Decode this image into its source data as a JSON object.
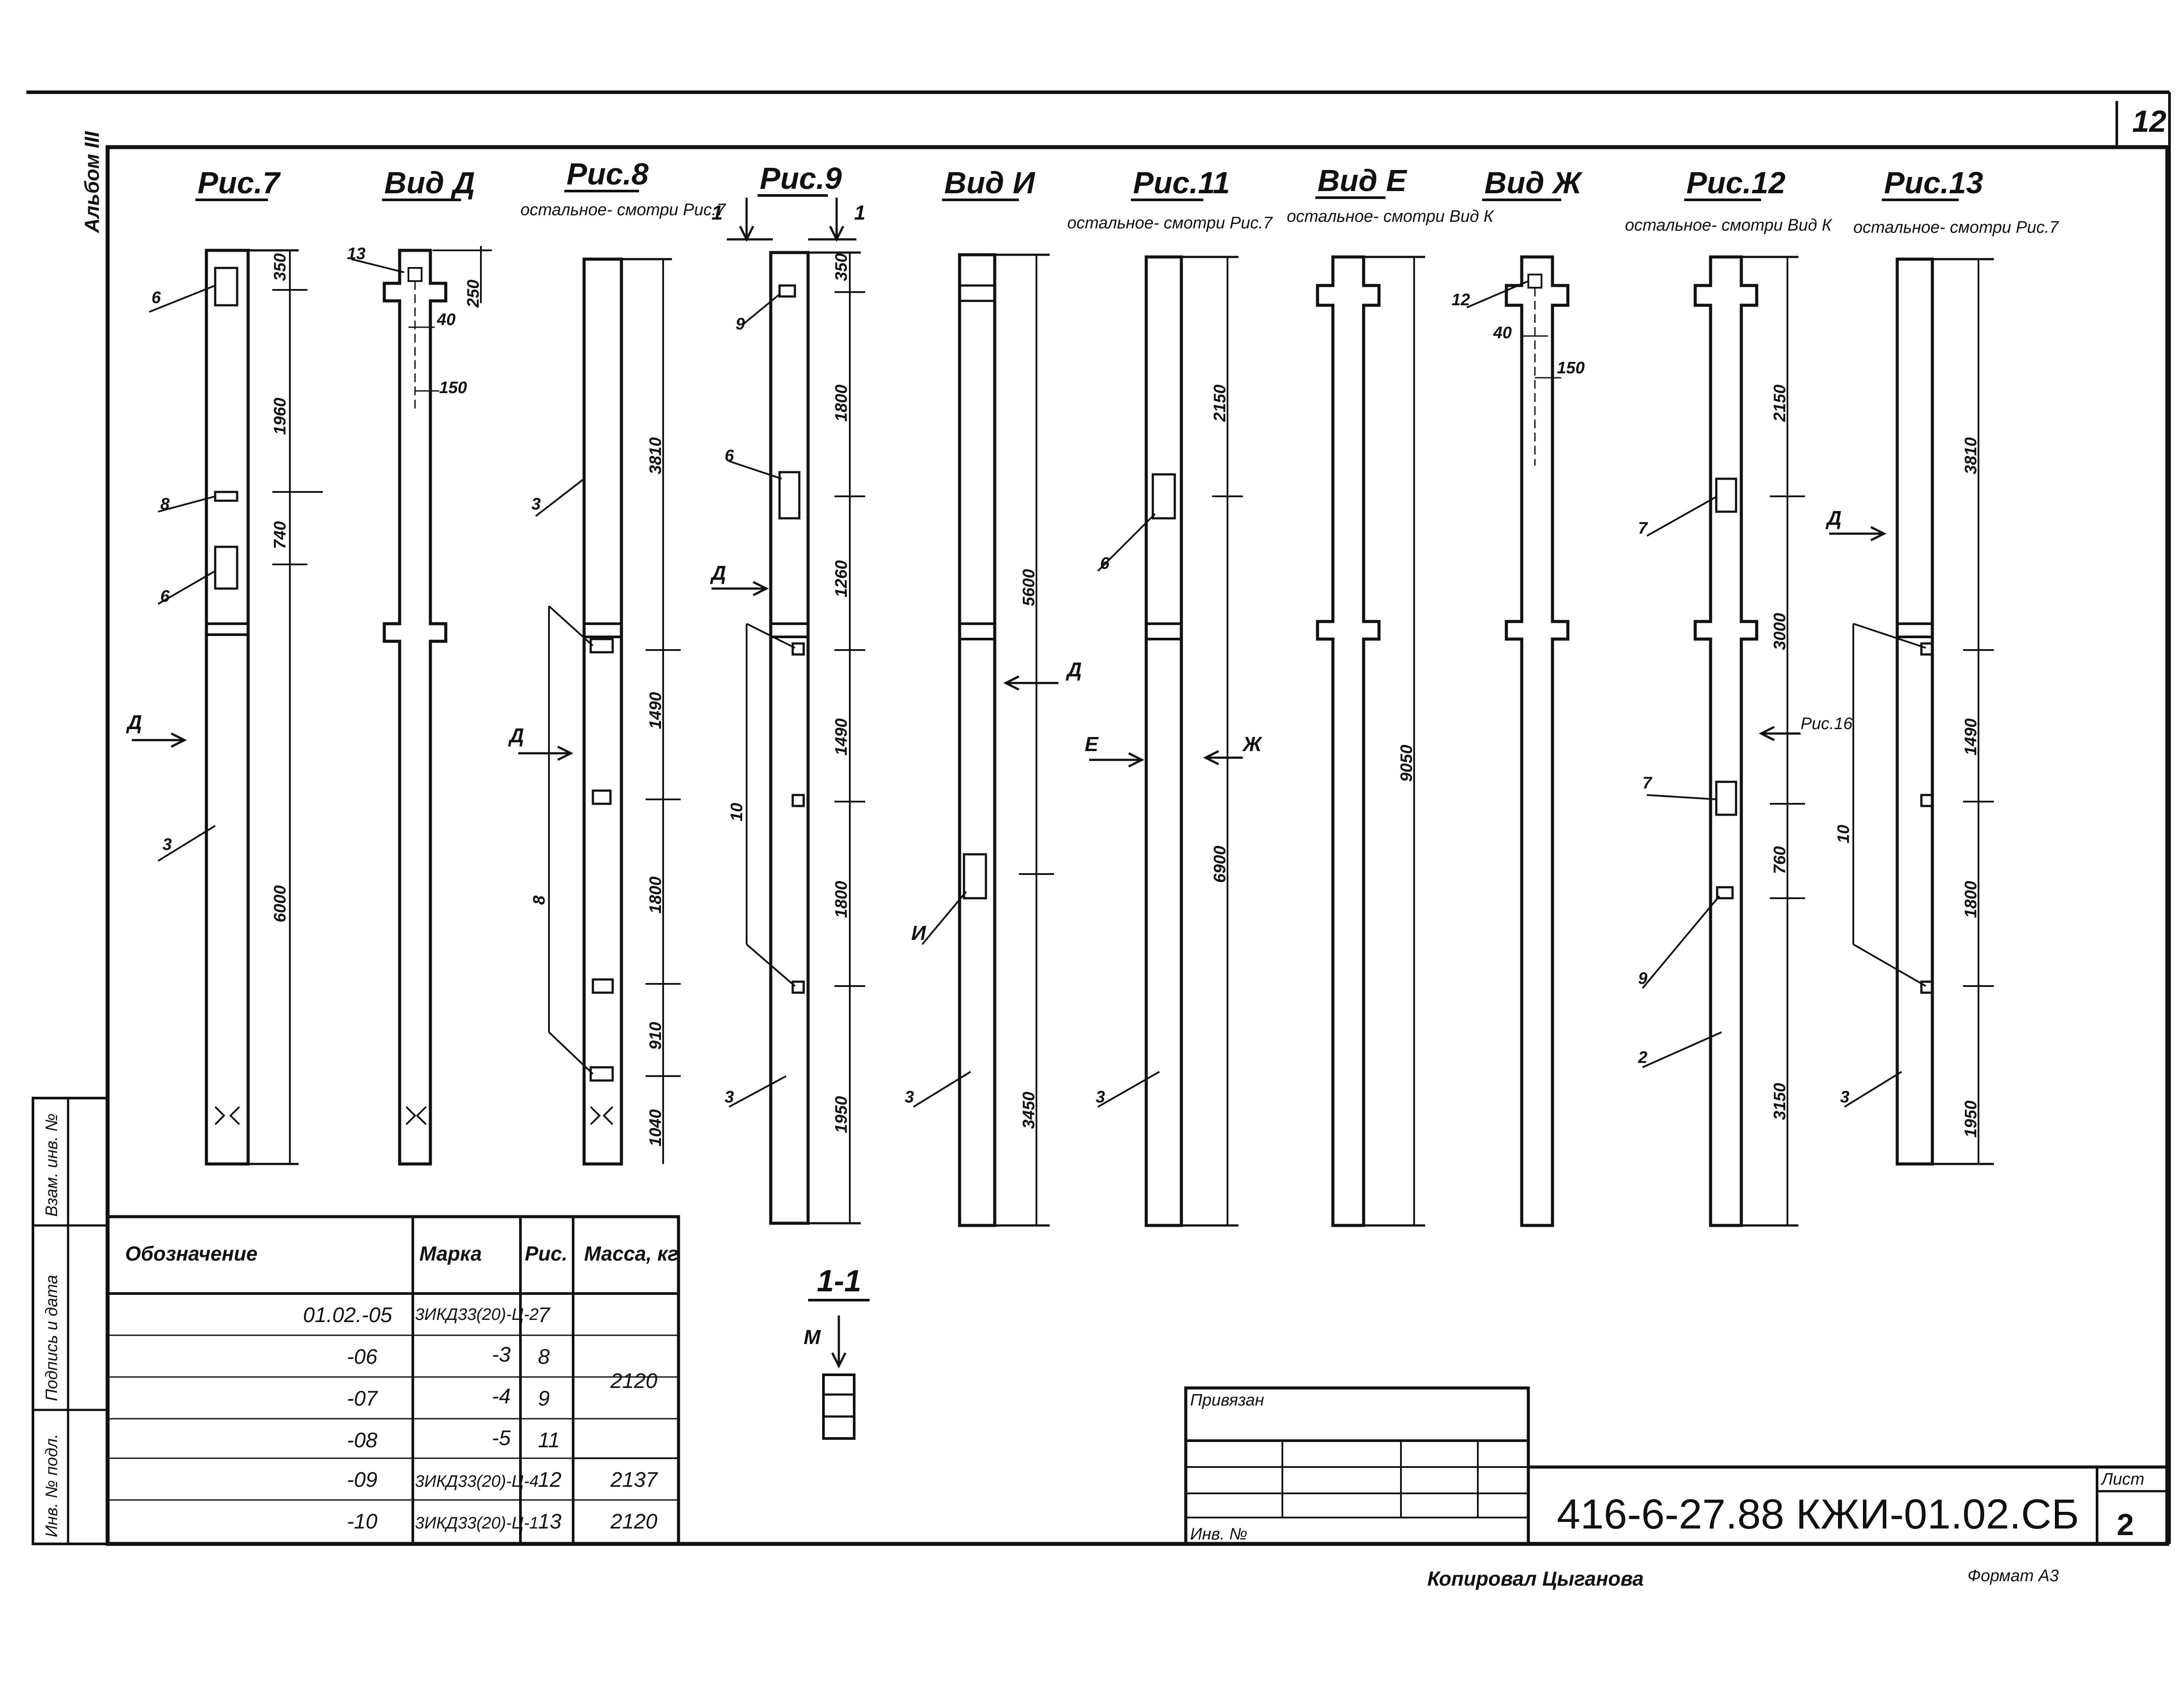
{
  "sheet": {
    "page_number": "12",
    "album": "Альбом III",
    "document_code": "416-6-27.88 КЖИ-01.02.СБ",
    "sheet_label": "Лист",
    "sheet_number": "2",
    "copied_by": "Копировал Цыганова",
    "format": "Формат А3",
    "stamp_privyazan": "Привязан",
    "stamp_inv": "Инв. №",
    "side_stamp": [
      "Инв. № подл.",
      "Подпись и дата",
      "Взам. инв. №"
    ]
  },
  "figures": [
    {
      "title": "Рис.7",
      "note": ""
    },
    {
      "title": "Вид Д",
      "note": ""
    },
    {
      "title": "Рис.8",
      "note": "остальное- смотри Рис.7"
    },
    {
      "title": "Рис.9",
      "note": ""
    },
    {
      "title": "Вид И",
      "note": ""
    },
    {
      "title": "Рис.11",
      "note": "остальное- смотри Рис.7"
    },
    {
      "title": "Вид Е",
      "note": "остальное- смотри Вид К"
    },
    {
      "title": "Вид Ж",
      "note": ""
    },
    {
      "title": "Рис.12",
      "note": "остальное- смотри Вид К"
    },
    {
      "title": "Рис.13",
      "note": "остальное- смотри Рис.7"
    }
  ],
  "dimensions": {
    "fig7": [
      "350",
      "1960",
      "740",
      "6000"
    ],
    "vidD": [
      "13",
      "40",
      "250",
      "150"
    ],
    "fig8": [
      "3810",
      "1490",
      "1800",
      "910",
      "1040"
    ],
    "fig9": [
      "350",
      "1800",
      "1260",
      "1490",
      "1800",
      "1950"
    ],
    "vidI": [
      "5600",
      "3450"
    ],
    "fig11": [
      "2150",
      "6900"
    ],
    "vidE": [
      "9050"
    ],
    "vidZh": [
      "12",
      "40",
      "150"
    ],
    "fig12": [
      "2150",
      "3000",
      "760",
      "3150"
    ],
    "fig13": [
      "3810",
      "1490",
      "1800",
      "1950"
    ]
  },
  "callouts": [
    "6",
    "8",
    "6",
    "3",
    "Д",
    "13",
    "3",
    "Д",
    "8",
    "9",
    "6",
    "Д",
    "10",
    "3",
    "1",
    "1",
    "И",
    "3",
    "Д",
    "6",
    "Е",
    "Ж",
    "3",
    "12",
    "7",
    "7",
    "9",
    "2",
    "Рис.16",
    "Д",
    "10",
    "3"
  ],
  "section": {
    "label": "1-1",
    "view": "М"
  },
  "table": {
    "headers": [
      "Обозначение",
      "Марка",
      "Рис.",
      "Масса, кг"
    ],
    "rows": [
      {
        "designation": "01.02.-05",
        "mark": "3ИКД33(20)-Ц-2",
        "fig": "7",
        "mass": ""
      },
      {
        "designation": "-06",
        "mark": "-3",
        "fig": "8",
        "mass": "2120"
      },
      {
        "designation": "-07",
        "mark": "-4",
        "fig": "9",
        "mass": ""
      },
      {
        "designation": "-08",
        "mark": "-5",
        "fig": "11",
        "mass": ""
      },
      {
        "designation": "-09",
        "mark": "3ИКД33(20)-Ц-4",
        "fig": "12",
        "mass": "2137"
      },
      {
        "designation": "-10",
        "mark": "3ИКД33(20)-Ц-1",
        "fig": "13",
        "mass": "2120"
      }
    ]
  }
}
